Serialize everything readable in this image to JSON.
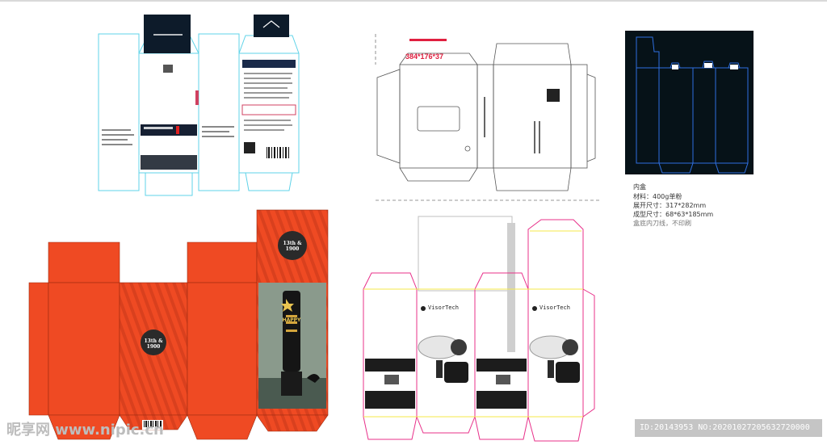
{
  "dieline_2": {
    "dimension_text": "384*176*37"
  },
  "dieline_3": {
    "title": "内盒",
    "spec_lines": [
      "材料：400g单粉",
      "展开尺寸：317*282mm",
      "成型尺寸：68*63*185mm",
      "盒底内刀线，不印刷"
    ]
  },
  "dieline_4": {
    "brand_text": "13th & 1900",
    "bottle_text": "HAPPY"
  },
  "dieline_5": {
    "brand_text": "VisorTech"
  },
  "watermark": {
    "text": "昵享网 www.nipic.cn"
  },
  "id_bar": {
    "text": "ID:20143953 NO:20201027205632720000"
  },
  "colors": {
    "cyan_outline": "#5fd3e8",
    "orange_box": "#ef4a23",
    "orange_stripe": "#d9401e",
    "magenta_outline": "#e8308a",
    "yellow_fold": "#f4e94a",
    "dark_box": "#061218",
    "blue_dieline": "#2f6fe0"
  }
}
